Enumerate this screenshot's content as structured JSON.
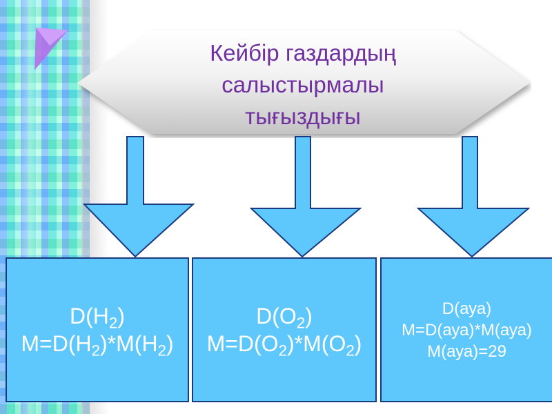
{
  "title": {
    "line1": "Кейбір газдардың",
    "line2": "салыстырмалы",
    "line3": "тығыздығы"
  },
  "colors": {
    "title_text": "#7030a0",
    "box_fill": "#5ec7fb",
    "box_border": "#1a3a80",
    "box_text": "#ffffff",
    "arrow_fill": "#5ec7fb"
  },
  "boxes": [
    {
      "line1": {
        "a": "D(H",
        "sub1": "2",
        "b": ")"
      },
      "line2": {
        "a": "M=D(H",
        "sub1": "2",
        "b": ")*M(H",
        "sub2": "2",
        "c": ")"
      }
    },
    {
      "line1": {
        "a": "D(O",
        "sub1": "2",
        "b": ")"
      },
      "line2": {
        "a": "M=D(O",
        "sub1": "2",
        "b": ")*M(O",
        "sub2": "2",
        "c": ")"
      }
    },
    {
      "line1": "D(ауа)",
      "line2": "M=D(ауа)*M(ауа)",
      "line3": "M(ауа)=29"
    }
  ]
}
